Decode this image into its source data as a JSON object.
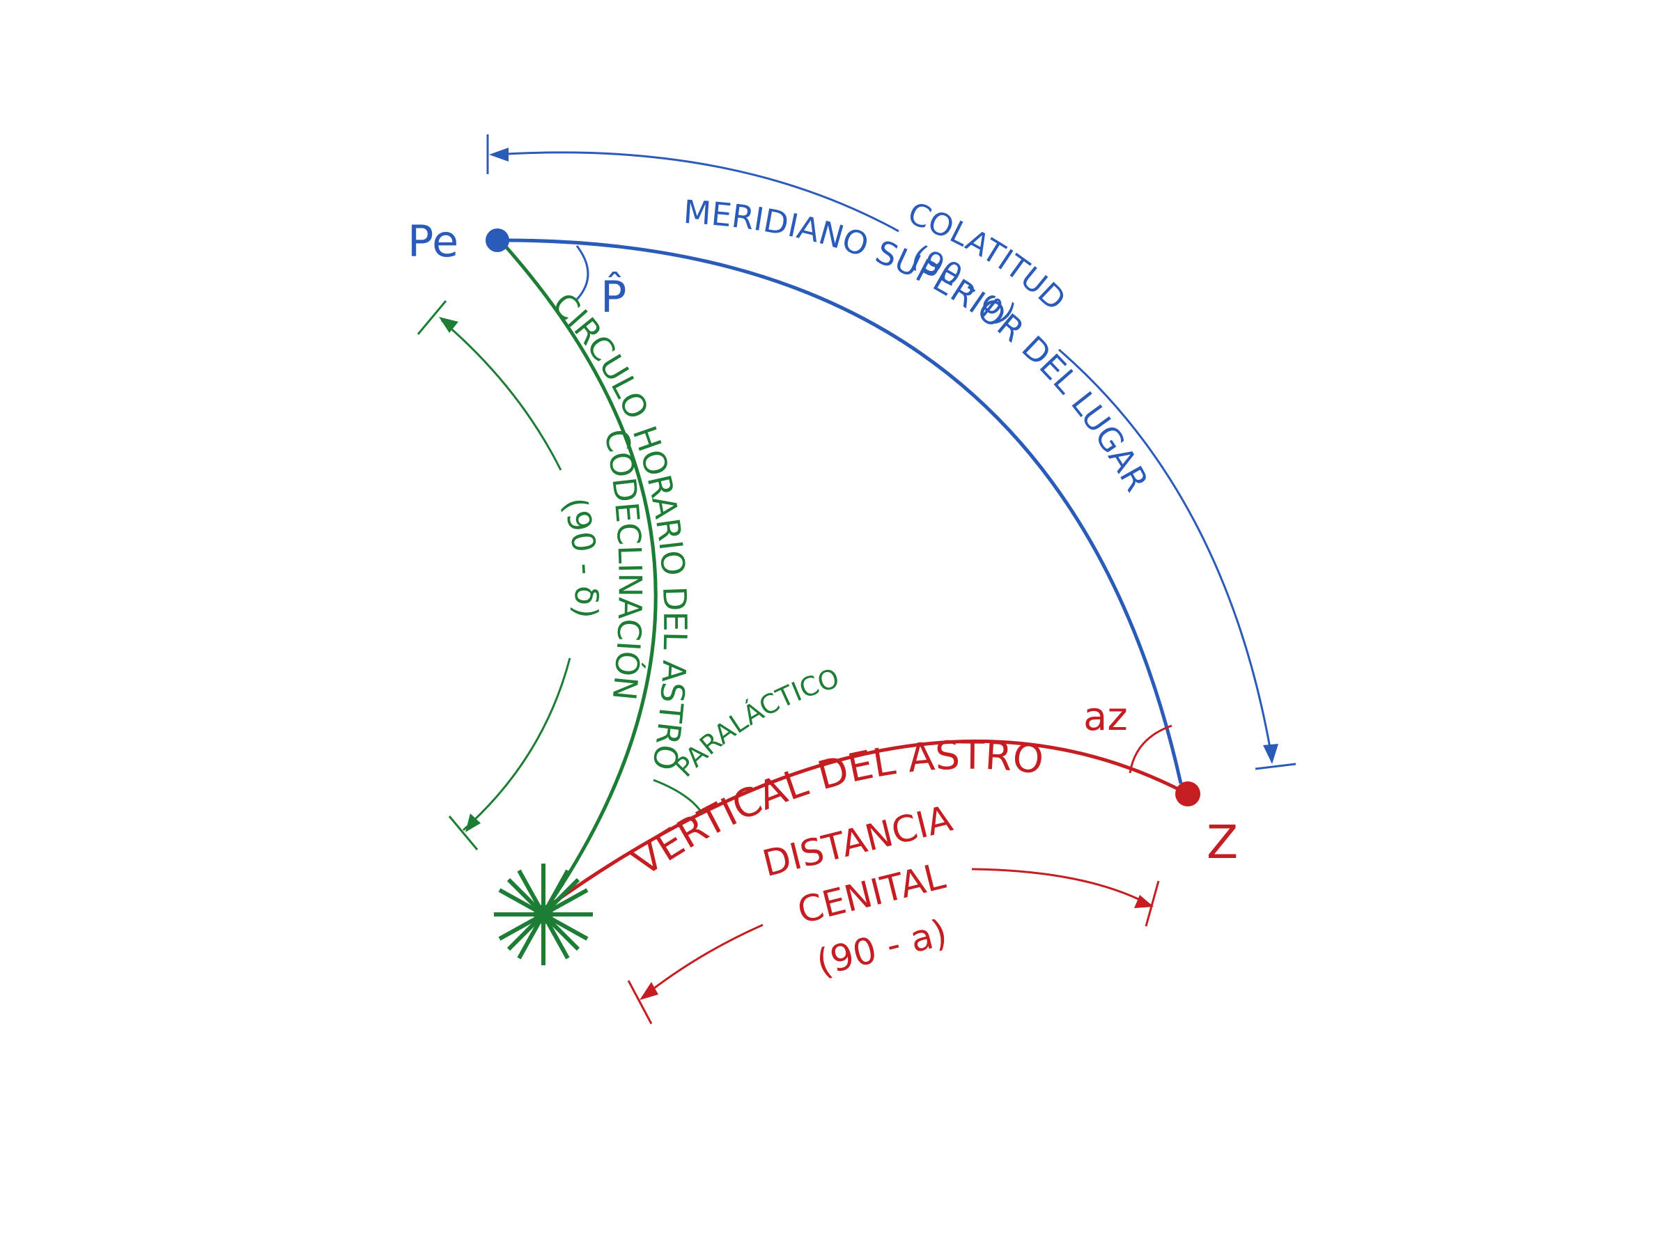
{
  "colors": {
    "blue": "#2a5bb8",
    "green": "#1d7d35",
    "red": "#c41e22",
    "background": "#ffffff"
  },
  "points": {
    "pole": "Pe",
    "zenith": "Z",
    "star": "star-icon"
  },
  "angles": {
    "pole_angle": "P̂",
    "azimuth": "az",
    "parallactic": "PARALÁCTICO"
  },
  "arcs": {
    "meridian": "MERIDIANO SUPERIOR DEL LUGAR",
    "hour_circle": "CIRCULO HORARIO DEL ASTRO",
    "vertical": "VERTICAL DEL ASTRO"
  },
  "dimensions": {
    "colatitude": {
      "line1": "COLATITUD",
      "line2": "(90 - φ)"
    },
    "codeclination": {
      "line1": "CODECLINACIÓN",
      "line2": "(90 - δ)"
    },
    "zenith_distance": {
      "line1": "DISTANCIA",
      "line2": "CENITAL",
      "line3": "(90 - a)"
    }
  }
}
